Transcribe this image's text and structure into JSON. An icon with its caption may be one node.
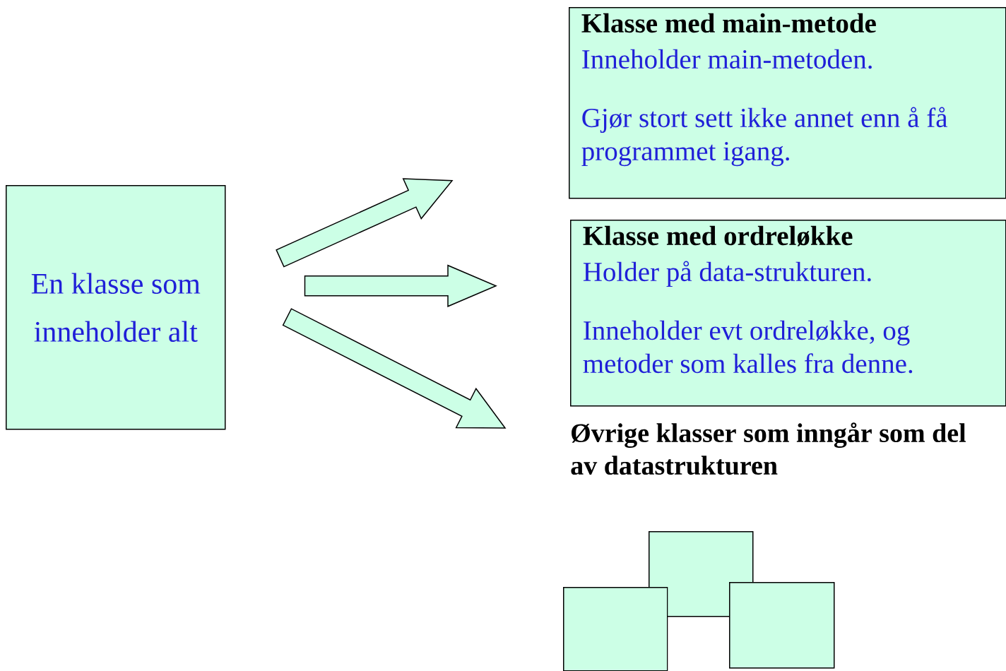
{
  "diagram": {
    "nodes": [
      {
        "text": [
          "En klasse som inneholder alt"
        ]
      },
      {
        "text": [
          "Klasse med main-metode",
          "Inneholder main-metoden.",
          "Gjør stort sett ikke annet enn å få programmet igang."
        ]
      },
      {
        "text": [
          "Klasse med ordreløkke",
          "Holder på data-strukturen.",
          "Inneholder evt ordreløkke, og metoder som kalles fra denne."
        ]
      },
      {
        "text": [
          "Øvrige klasser som inngår som del av datastrukturen"
        ]
      },
      {
        "text": [],
        "shape": "box"
      },
      {
        "text": [],
        "shape": "box"
      },
      {
        "text": [],
        "shape": "box"
      }
    ],
    "edges": [
      {
        "from": 0,
        "to": 1,
        "arrow": "to"
      },
      {
        "from": 0,
        "to": 2,
        "arrow": "to"
      },
      {
        "from": 0,
        "to": 3,
        "arrow": "to"
      }
    ]
  }
}
